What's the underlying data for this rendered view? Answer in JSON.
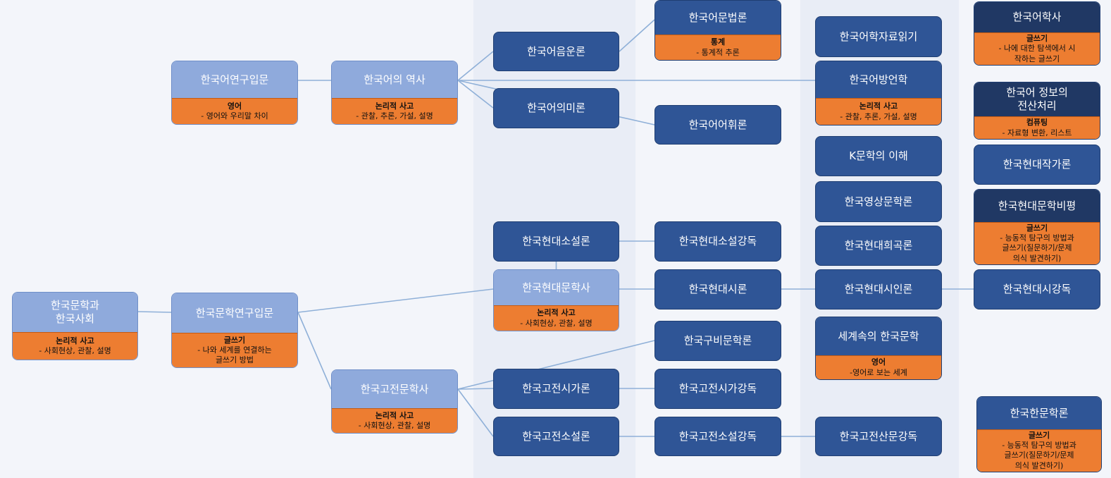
{
  "nodes": {
    "korlit_society": {
      "title": "한국문학과\n한국사회",
      "note_title": "논리적 사고",
      "note_body": "- 사회현상, 관찰, 설명"
    },
    "korlang_research_intro": {
      "title": "한국어연구입문",
      "note_title": "영어",
      "note_body": "- 영어와 우리말 차이"
    },
    "korlit_research_intro": {
      "title": "한국문학연구입문",
      "note_title": "글쓰기",
      "note_body": "- 나와 세계를 연결하는\n글쓰기 방법"
    },
    "korlang_history": {
      "title": "한국어의 역사",
      "note_title": "논리적 사고",
      "note_body": "- 관찰, 추론, 가설, 설명"
    },
    "classic_lit_history": {
      "title": "한국고전문학사",
      "note_title": "논리적 사고",
      "note_body": "- 사회현상, 관찰, 설명"
    },
    "phonology": {
      "title": "한국어음운론"
    },
    "semantics": {
      "title": "한국어의미론"
    },
    "modern_novel_theory": {
      "title": "한국현대소설론"
    },
    "modern_lit_history": {
      "title": "한국현대문학사",
      "note_title": "논리적 사고",
      "note_body": "- 사회현상, 관찰, 설명"
    },
    "classic_poetry_theory": {
      "title": "한국고전시가론"
    },
    "classic_novel_theory": {
      "title": "한국고전소설론"
    },
    "grammar": {
      "title": "한국어문법론",
      "note_title": "통계",
      "note_body": "- 통계적 추론"
    },
    "vocabulary": {
      "title": "한국어어휘론"
    },
    "modern_novel_reading": {
      "title": "한국현대소설강독"
    },
    "modern_poetry_theory": {
      "title": "한국현대시론"
    },
    "oral_lit_theory": {
      "title": "한국구비문학론"
    },
    "classic_poetry_reading": {
      "title": "한국고전시가강독"
    },
    "classic_novel_reading": {
      "title": "한국고전소설강독"
    },
    "korlang_data_reading": {
      "title": "한국어학자료읽기"
    },
    "dialectology": {
      "title": "한국어방언학",
      "note_title": "논리적 사고",
      "note_body": "- 관찰, 추론, 가설, 설명"
    },
    "k_literature": {
      "title": "K문학의 이해"
    },
    "film_lit_theory": {
      "title": "한국영상문학론"
    },
    "modern_drama_theory": {
      "title": "한국현대희곡론"
    },
    "modern_poet_theory": {
      "title": "한국현대시인론"
    },
    "world_korlit": {
      "title": "세계속의 한국문학",
      "note_title": "영어",
      "note_body": "-영어로 보는 세계"
    },
    "classic_prose_reading": {
      "title": "한국고전산문강독"
    },
    "korlang_studies_history": {
      "title": "한국어학사",
      "note_title": "글쓰기",
      "note_body": "- 나에 대한 탐색에서 시\n작하는 글쓰기"
    },
    "korlang_info_processing": {
      "title": "한국어 정보의\n전산처리",
      "note_title": "컴퓨팅",
      "note_body": "- 자료형 변환, 리스트"
    },
    "modern_writer_theory": {
      "title": "한국현대작가론"
    },
    "modern_lit_criticism": {
      "title": "한국현대문학비평",
      "note_title": "글쓰기",
      "note_body": "- 능동적 탐구의 방법과\n글쓰기(질문하기/문제\n의식 발견하기)"
    },
    "modern_poetry_reading": {
      "title": "한국현대시강독"
    },
    "sino_korean_lit_theory": {
      "title": "한국한문학론",
      "note_title": "글쓰기",
      "note_body": "- 능동적 탐구의 방법과\n글쓰기(질문하기/문제\n의식 발견하기)"
    }
  },
  "edges": [
    [
      "korlit_society",
      "korlit_research_intro"
    ],
    [
      "korlang_research_intro",
      "korlang_history"
    ],
    [
      "korlang_history",
      "phonology"
    ],
    [
      "korlang_history",
      "semantics"
    ],
    [
      "korlang_history",
      "dialectology"
    ],
    [
      "korlang_history",
      "vocabulary"
    ],
    [
      "phonology",
      "grammar"
    ],
    [
      "korlit_research_intro",
      "modern_lit_history"
    ],
    [
      "korlit_research_intro",
      "classic_lit_history"
    ],
    [
      "modern_novel_theory",
      "modern_lit_history"
    ],
    [
      "modern_novel_theory",
      "modern_novel_reading"
    ],
    [
      "modern_lit_history",
      "modern_poetry_theory"
    ],
    [
      "modern_poetry_theory",
      "modern_poet_theory"
    ],
    [
      "modern_poet_theory",
      "modern_poetry_reading"
    ],
    [
      "classic_lit_history",
      "oral_lit_theory"
    ],
    [
      "classic_lit_history",
      "classic_poetry_theory"
    ],
    [
      "classic_lit_history",
      "classic_novel_theory"
    ],
    [
      "classic_poetry_theory",
      "classic_poetry_reading"
    ],
    [
      "classic_novel_theory",
      "classic_novel_reading"
    ],
    [
      "classic_novel_reading",
      "classic_prose_reading"
    ]
  ]
}
